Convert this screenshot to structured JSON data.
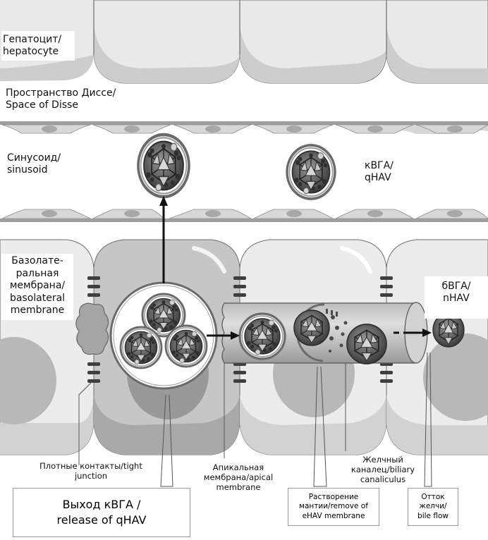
{
  "figure": {
    "title": "Release of HAV from hepatocyte",
    "labels": {
      "hepatocyte": [
        "Гепатоцит/",
        "hepatocyte"
      ],
      "space_of_disse": [
        "Пространство Диссе/",
        "Space of Disse"
      ],
      "sinusoid": [
        "Синусоид/",
        "sinusoid"
      ],
      "qhav": [
        "кВГА/",
        "qHAV"
      ],
      "basolateral_membrane": [
        "Базолате-",
        "ральная",
        "мембрана/",
        "basolateral",
        "membrane"
      ],
      "nhav": [
        "бВГА/",
        "nHAV"
      ],
      "tight_junction": [
        "Плотные контакты/tight",
        "junction"
      ],
      "apical_membrane": [
        "Апикальная",
        "мембрана/apical",
        "membrane"
      ],
      "biliary_canaliculus": [
        "Желчный",
        "каналец/biliary",
        "canaliculus"
      ]
    },
    "callouts": {
      "release_qhav": [
        "Выход кВГА /",
        "release of qHAV"
      ],
      "remove_membrane": [
        "Растворение",
        "мантии/remove of",
        "eHAV membrane"
      ],
      "bile_flow": [
        "Отток",
        "желчи/",
        "bile flow"
      ]
    },
    "colors": {
      "cell_light": "#e6e6e6",
      "cell_mid": "#cfcfcf",
      "cell_dark": "#a9a9a9",
      "nucleus": "#b5b5b5",
      "outline": "#6e6e6e",
      "virus_dark": "#3a3a3a",
      "arrow": "#111111"
    }
  }
}
